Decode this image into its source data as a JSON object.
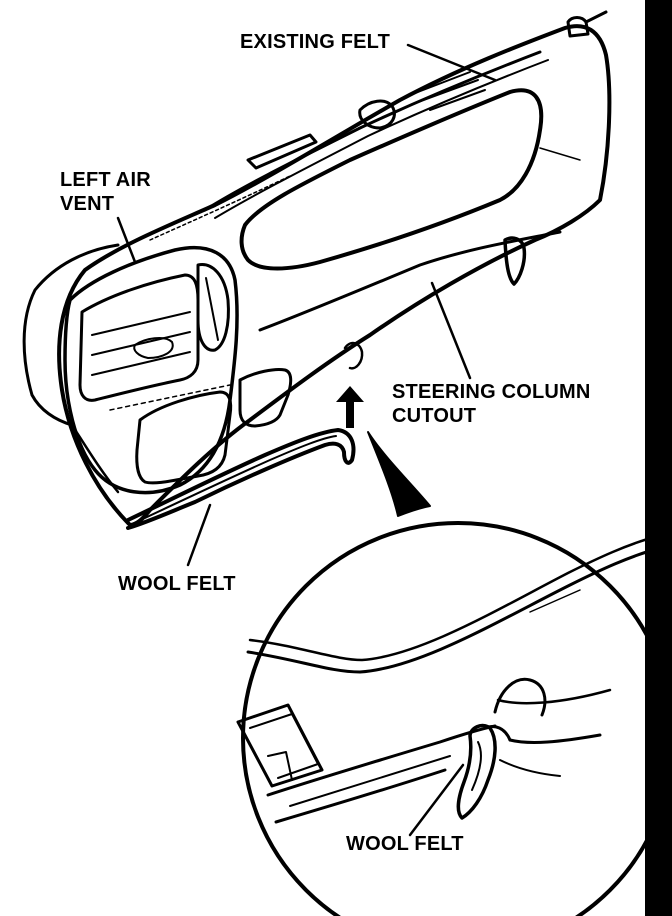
{
  "labels": {
    "existing_felt": "EXISTING FELT",
    "left_air_vent_line1": "LEFT AIR",
    "left_air_vent_line2": "VENT",
    "steering_column_line1": "STEERING COLUMN",
    "steering_column_line2": "CUTOUT",
    "wool_felt_main": "WOOL FELT",
    "wool_felt_detail": "WOOL FELT"
  },
  "colors": {
    "ink": "#000000",
    "paper": "#ffffff"
  }
}
